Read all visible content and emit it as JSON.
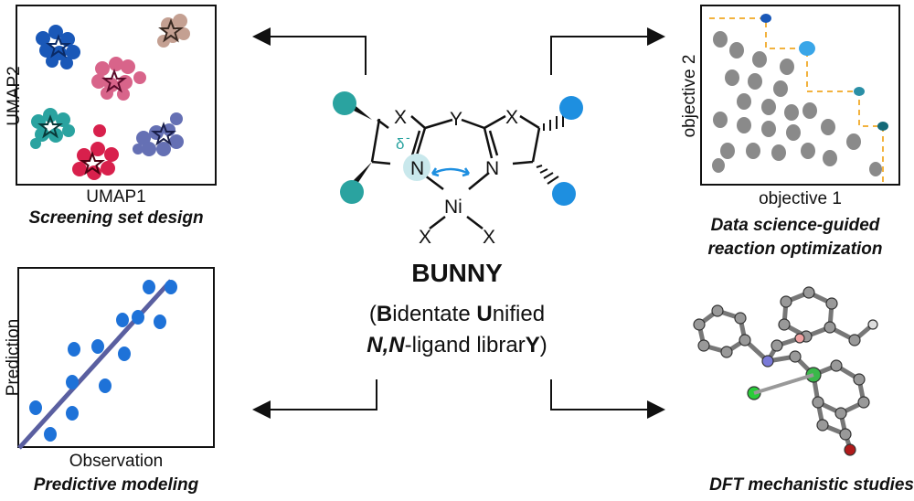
{
  "panels": {
    "screening": {
      "xlabel": "UMAP1",
      "ylabel": "UMAP2",
      "caption": "Screening set design"
    },
    "optimization": {
      "xlabel": "objective 1",
      "ylabel": "objective 2",
      "caption_line1": "Data science-guided",
      "caption_line2": "reaction optimization"
    },
    "modeling": {
      "xlabel": "Observation",
      "ylabel": "Prediction",
      "caption": "Predictive modeling"
    },
    "dft": {
      "caption": "DFT mechanistic studies"
    }
  },
  "center": {
    "title": "BUNNY",
    "line1_open": "(",
    "line1_b": "B",
    "line1_b_rest": "identate ",
    "line1_u": "U",
    "line1_u_rest": "nified",
    "line2_nn": "N,N",
    "line2_mid": "-ligand librar",
    "line2_y": "Y",
    "line2_close": ")"
  },
  "structure": {
    "x_left": "X",
    "y_bridge": "Y",
    "x_right": "X",
    "delta": "δ",
    "delta_sup": "-",
    "n_left": "N",
    "n_right": "N",
    "ni": "Ni",
    "x_bottom_left": "X",
    "x_bottom_right": "X"
  },
  "colors": {
    "teal": "#2aa3a0",
    "blue_light": "#1e8fe0",
    "pink": "#d8648a",
    "red": "#d8204c",
    "purple": "#6570b4",
    "navy": "#1a58b8",
    "tan": "#c4a092",
    "orange_dash": "#f2b23e",
    "line_purple": "#5a5fa0"
  }
}
